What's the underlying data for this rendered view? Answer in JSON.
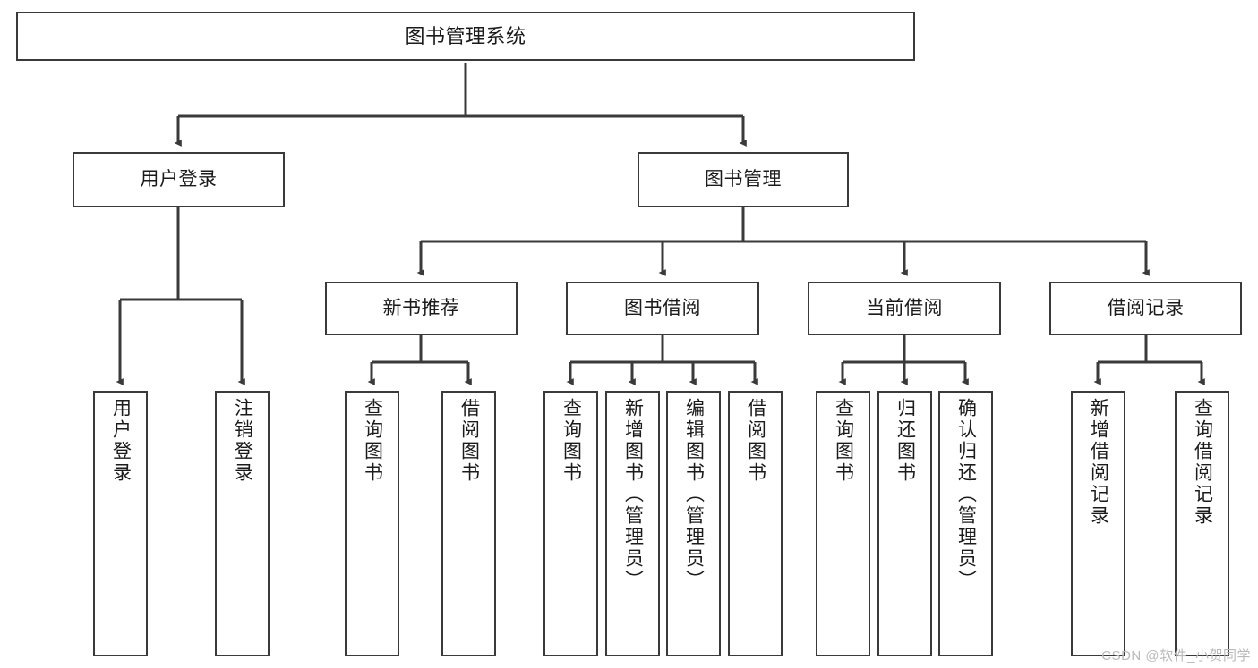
{
  "diagram": {
    "title": "图书管理系统",
    "watermark": "CSDN @软件_小贺同学",
    "colors": {
      "background": "#ffffff",
      "box_border": "#3a3a3a",
      "connector": "#3a3a3a",
      "text": "#1b1b1b",
      "watermark": "#b9b9b9"
    },
    "root": {
      "label": "图书管理系统"
    },
    "level2": [
      {
        "label": "用户登录"
      },
      {
        "label": "图书管理"
      }
    ],
    "level3": [
      {
        "label": "新书推荐"
      },
      {
        "label": "图书借阅"
      },
      {
        "label": "当前借阅"
      },
      {
        "label": "借阅记录"
      }
    ],
    "leaves": {
      "user_login": [
        {
          "label": "用户登录"
        },
        {
          "label": "注销登录"
        }
      ],
      "new_book_recommend": [
        {
          "label": "查询图书"
        },
        {
          "label": "借阅图书"
        }
      ],
      "book_borrow": [
        {
          "label": "查询图书"
        },
        {
          "label": "新增图书（管理员）"
        },
        {
          "label": "编辑图书（管理员）"
        },
        {
          "label": "借阅图书"
        }
      ],
      "current_borrow": [
        {
          "label": "查询图书"
        },
        {
          "label": "归还图书"
        },
        {
          "label": "确认归还（管理员）"
        }
      ],
      "borrow_record": [
        {
          "label": "新增借阅记录"
        },
        {
          "label": "查询借阅记录"
        }
      ]
    }
  }
}
